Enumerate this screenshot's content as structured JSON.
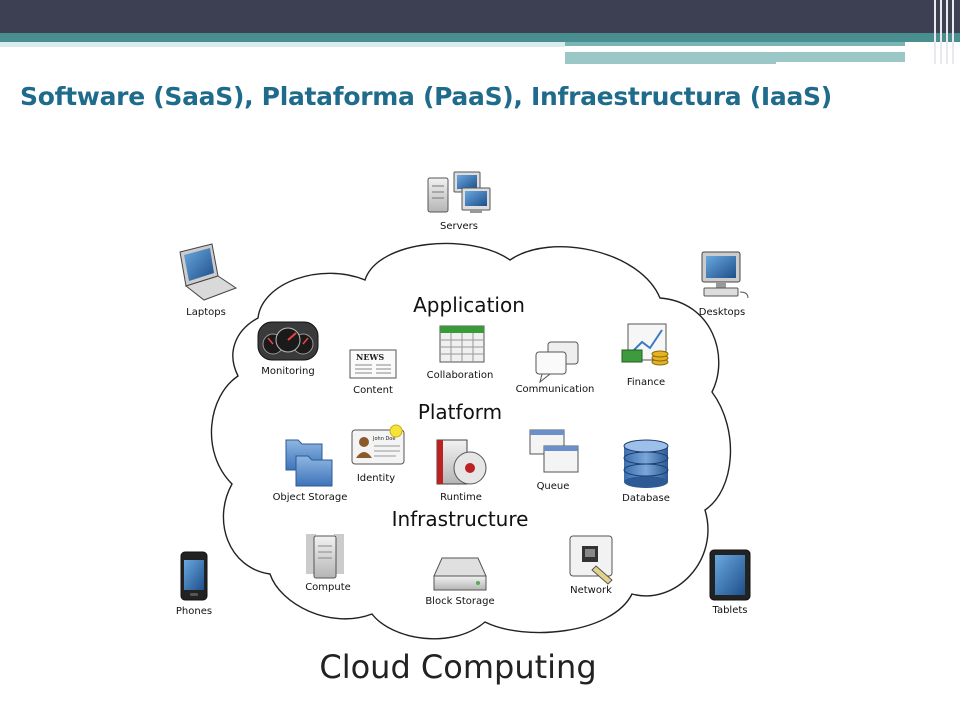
{
  "slide": {
    "title": "Software (SaaS), Plataforma (PaaS), Infraestructura (IaaS)"
  },
  "diagram": {
    "caption": "Cloud Computing",
    "sections": {
      "application": "Application",
      "platform": "Platform",
      "infrastructure": "Infrastructure"
    },
    "clients": {
      "servers": "Servers",
      "laptops": "Laptops",
      "desktops": "Desktops",
      "phones": "Phones",
      "tablets": "Tablets"
    },
    "application_items": {
      "monitoring": "Monitoring",
      "content": "Content",
      "content_headline": "NEWS",
      "collaboration": "Collaboration",
      "communication": "Communication",
      "finance": "Finance"
    },
    "platform_items": {
      "object_storage": "Object Storage",
      "identity": "Identity",
      "identity_name": "John Doe",
      "runtime": "Runtime",
      "queue": "Queue",
      "database": "Database"
    },
    "infrastructure_items": {
      "compute": "Compute",
      "block_storage": "Block Storage",
      "network": "Network"
    },
    "colors": {
      "title": "#1f6b8c",
      "top_bar": "#3d3f52",
      "accent_band": "#4a8f8f"
    }
  }
}
